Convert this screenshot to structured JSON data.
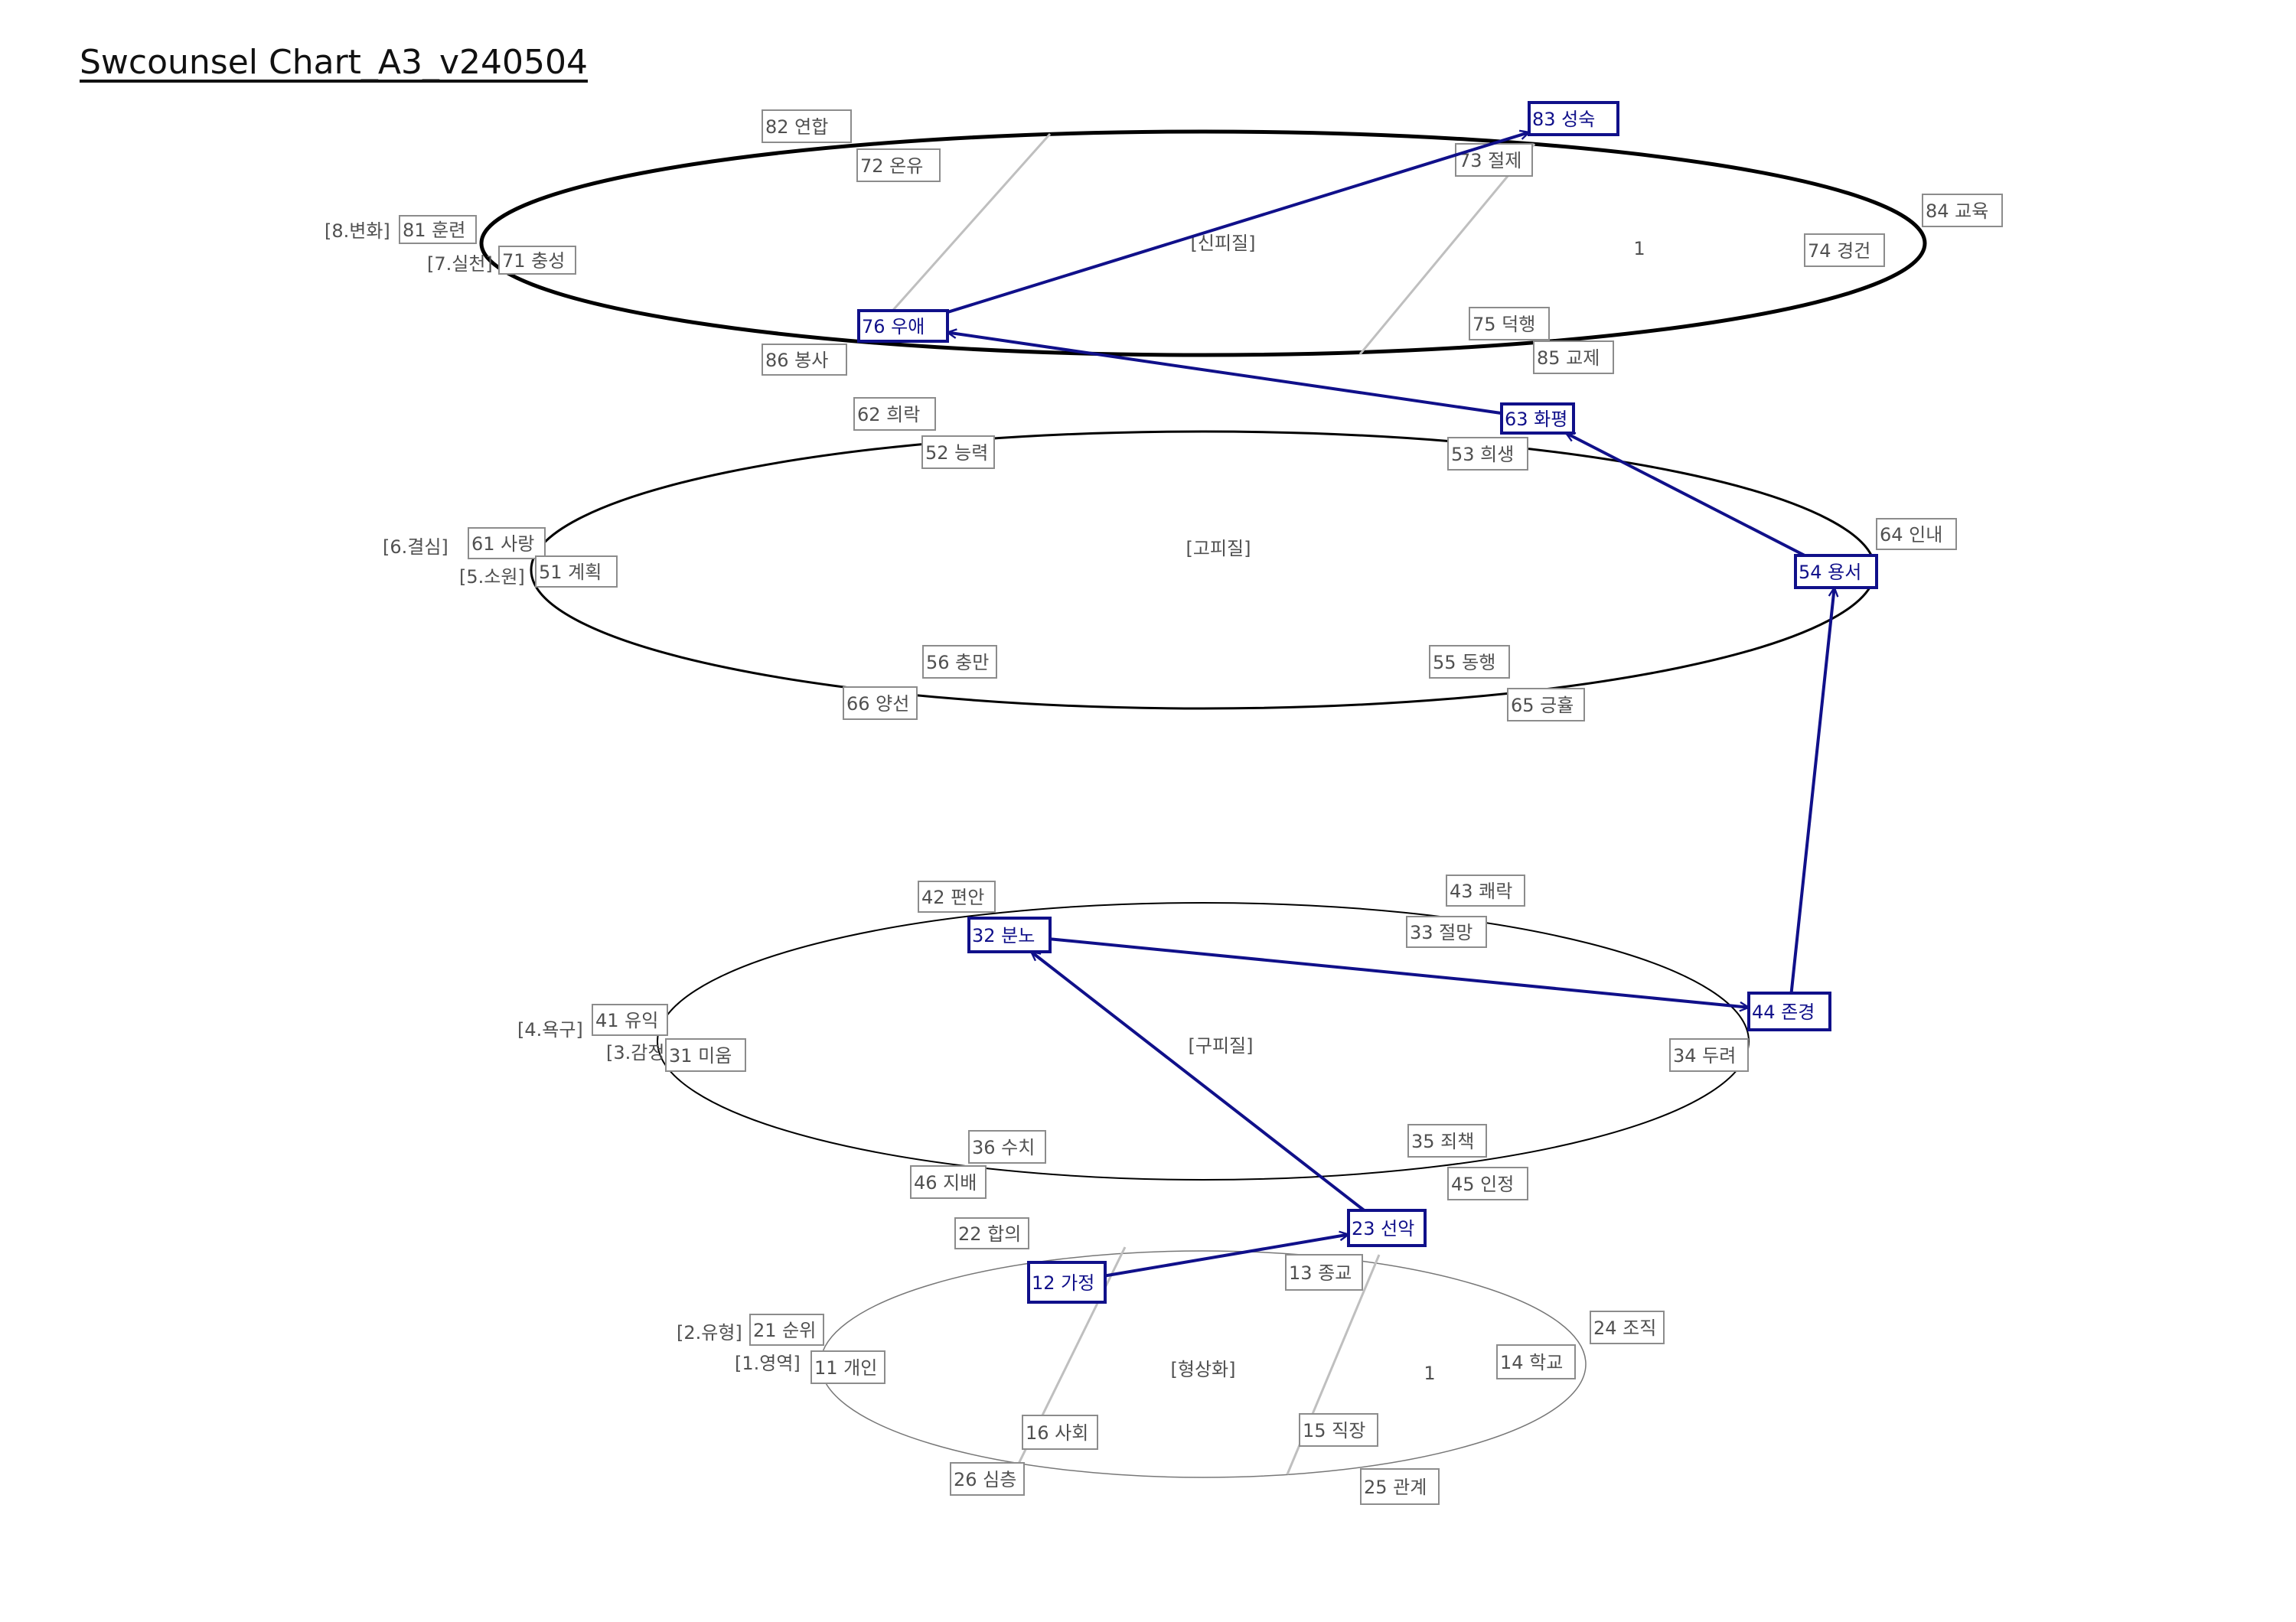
{
  "title": "Swcounsel Chart_A3_v240504",
  "colors": {
    "box_border": "#8c8c8c",
    "box_text": "#505050",
    "highlight": "#10108a",
    "guide_line": "#bfbfbf",
    "ellipse": "#000000"
  },
  "levels": [
    {
      "name": "[신피질]"
    },
    {
      "name": "[고피질]"
    },
    {
      "name": "[구피질]"
    },
    {
      "name": "[형상화]"
    }
  ],
  "side_labels": [
    "[8.변화]",
    "[7.실천]",
    "[6.결심]",
    "[5.소원]",
    "[4.욕구]",
    "[3.감정]",
    "[2.유형]",
    "[1.영역]"
  ],
  "misc_marks": [
    "1",
    "1"
  ],
  "nodes": {
    "n82": "82 연합",
    "n72": "72 온유",
    "n83": "83 성숙",
    "n73": "73 절제",
    "n84": "84 교육",
    "n81": "81 훈련",
    "n71": "71 충성",
    "n74": "74 경건",
    "n76": "76 우애",
    "n75": "75 덕행",
    "n86": "86 봉사",
    "n85": "85 교제",
    "n62": "62 희락",
    "n63": "63 화평",
    "n52": "52 능력",
    "n53": "53 희생",
    "n64": "64 인내",
    "n61": "61 사랑",
    "n51": "51 계획",
    "n54": "54 용서",
    "n56": "56 충만",
    "n55": "55 동행",
    "n66": "66 양선",
    "n65": "65 긍휼",
    "n42": "42 편안",
    "n43": "43 쾌락",
    "n32": "32 분노",
    "n33": "33 절망",
    "n41": "41 유익",
    "n44": "44 존경",
    "n31": "31 미움",
    "n34": "34 두려",
    "n36": "36 수치",
    "n35": "35 죄책",
    "n46": "46 지배",
    "n45": "45 인정",
    "n22": "22 합의",
    "n23": "23 선악",
    "n12": "12 가정",
    "n13": "13 종교",
    "n21": "21 순위",
    "n24": "24 조직",
    "n11": "11 개인",
    "n14": "14 학교",
    "n16": "16 사회",
    "n15": "15 직장",
    "n26": "26 심층",
    "n25": "25 관계"
  },
  "path": [
    "n12",
    "n23",
    "n32",
    "n44",
    "n54",
    "n63",
    "n76",
    "n83"
  ]
}
